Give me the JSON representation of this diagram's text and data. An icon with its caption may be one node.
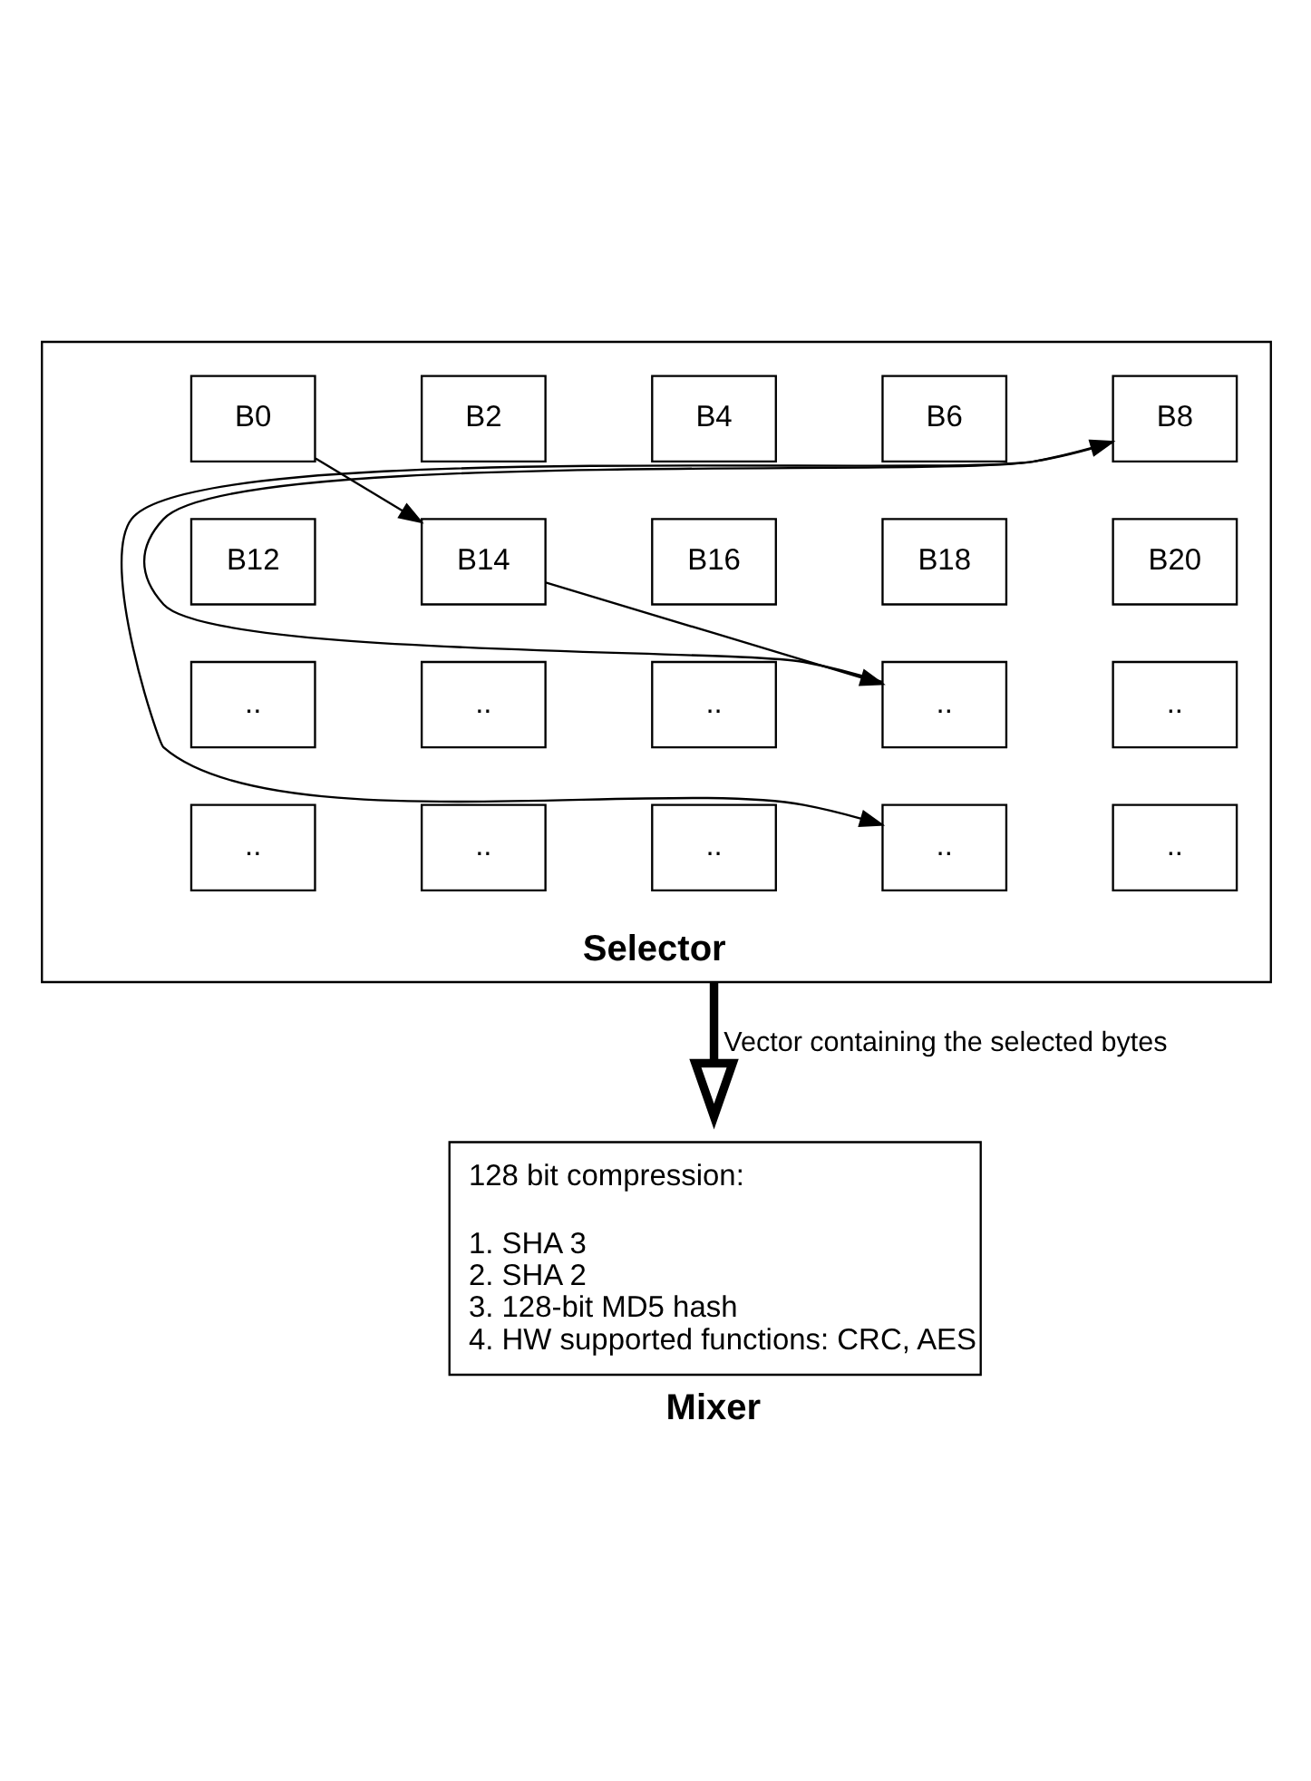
{
  "diagram": {
    "nodes": [
      {
        "text": [
          "Selector"
        ]
      },
      {
        "text": [
          "B0"
        ],
        "in": 0
      },
      {
        "text": [
          "B2"
        ],
        "in": 0
      },
      {
        "text": [
          "B4"
        ],
        "in": 0
      },
      {
        "text": [
          "B6"
        ],
        "in": 0
      },
      {
        "text": [
          "B8"
        ],
        "in": 0
      },
      {
        "text": [
          "B12"
        ],
        "in": 0
      },
      {
        "text": [
          "B14"
        ],
        "in": 0
      },
      {
        "text": [
          "B16"
        ],
        "in": 0
      },
      {
        "text": [
          "B18"
        ],
        "in": 0
      },
      {
        "text": [
          "B20"
        ],
        "in": 0
      },
      {
        "text": [
          ".."
        ],
        "in": 0
      },
      {
        "text": [
          ".."
        ],
        "in": 0
      },
      {
        "text": [
          ".."
        ],
        "in": 0
      },
      {
        "text": [
          ".."
        ],
        "in": 0
      },
      {
        "text": [
          ".."
        ],
        "in": 0
      },
      {
        "text": [
          ".."
        ],
        "in": 0
      },
      {
        "text": [
          ".."
        ],
        "in": 0
      },
      {
        "text": [
          ".."
        ],
        "in": 0
      },
      {
        "text": [
          ".."
        ],
        "in": 0
      },
      {
        "text": [
          ".."
        ],
        "in": 0
      },
      {
        "text": [
          "128 bit compression:",
          "1. SHA 3",
          "2. SHA 2",
          "3. 128-bit MD5 hash",
          "4. HW supported functions: CRC, AES",
          "Mixer"
        ]
      }
    ],
    "edges": [
      {
        "from": 1,
        "to": 7,
        "arrow": "to"
      },
      {
        "from": 7,
        "to": 14,
        "arrow": "to"
      },
      {
        "from": 14,
        "to": 5,
        "arrow": "to"
      },
      {
        "from": 5,
        "to": 19,
        "arrow": "to"
      },
      {
        "from": 0,
        "to": 21,
        "arrow": "to",
        "label": "Vector containing the selected bytes",
        "style": "thick"
      }
    ]
  }
}
